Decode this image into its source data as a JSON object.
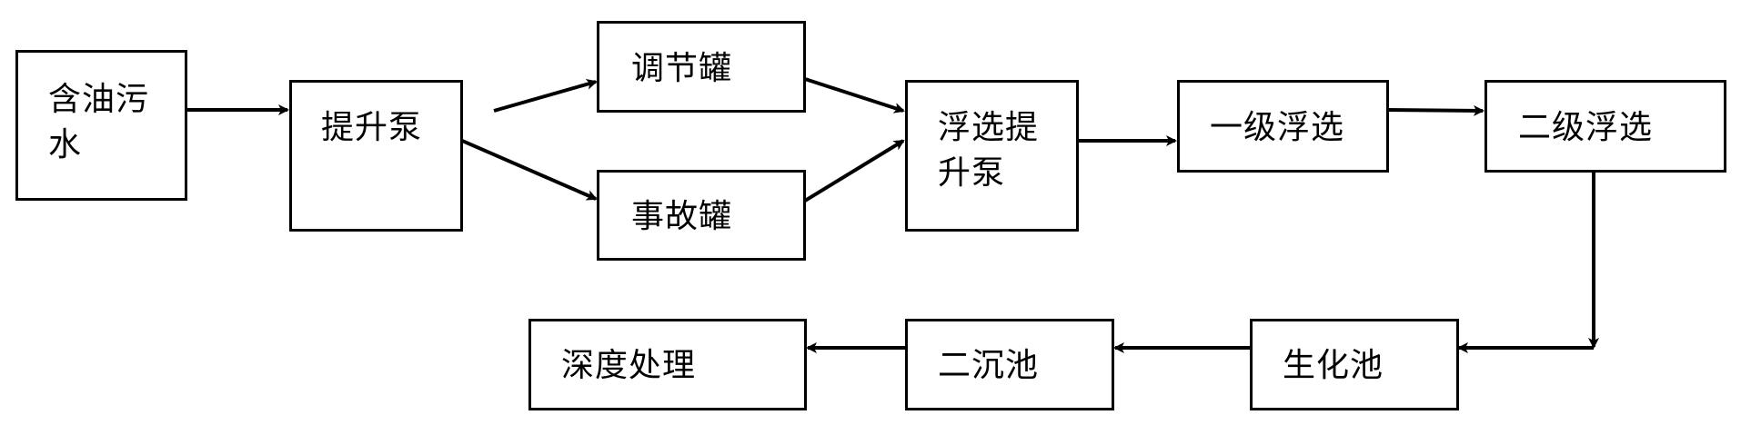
{
  "diagram": {
    "nodes": [
      {
        "id": "oily-wastewater",
        "label": "含油污\n水"
      },
      {
        "id": "lift-pump",
        "label": "提升泵"
      },
      {
        "id": "regulating-tank",
        "label": "调节罐"
      },
      {
        "id": "accident-tank",
        "label": "事故罐"
      },
      {
        "id": "flotation-lift-pump",
        "label": "浮选提\n升泵"
      },
      {
        "id": "primary-flotation",
        "label": "一级浮选"
      },
      {
        "id": "secondary-flotation",
        "label": "二级浮选"
      },
      {
        "id": "biochemical-pool",
        "label": "生化池"
      },
      {
        "id": "secondary-settling-tank",
        "label": "二沉池"
      },
      {
        "id": "advanced-treatment",
        "label": "深度处理"
      }
    ],
    "edges": [
      {
        "from": "oily-wastewater",
        "to": "lift-pump"
      },
      {
        "from": "lift-pump",
        "to": "regulating-tank"
      },
      {
        "from": "lift-pump",
        "to": "accident-tank"
      },
      {
        "from": "regulating-tank",
        "to": "flotation-lift-pump"
      },
      {
        "from": "accident-tank",
        "to": "flotation-lift-pump"
      },
      {
        "from": "flotation-lift-pump",
        "to": "primary-flotation"
      },
      {
        "from": "primary-flotation",
        "to": "secondary-flotation"
      },
      {
        "from": "secondary-flotation",
        "to": "biochemical-pool"
      },
      {
        "from": "biochemical-pool",
        "to": "secondary-settling-tank"
      },
      {
        "from": "secondary-settling-tank",
        "to": "advanced-treatment"
      }
    ]
  }
}
